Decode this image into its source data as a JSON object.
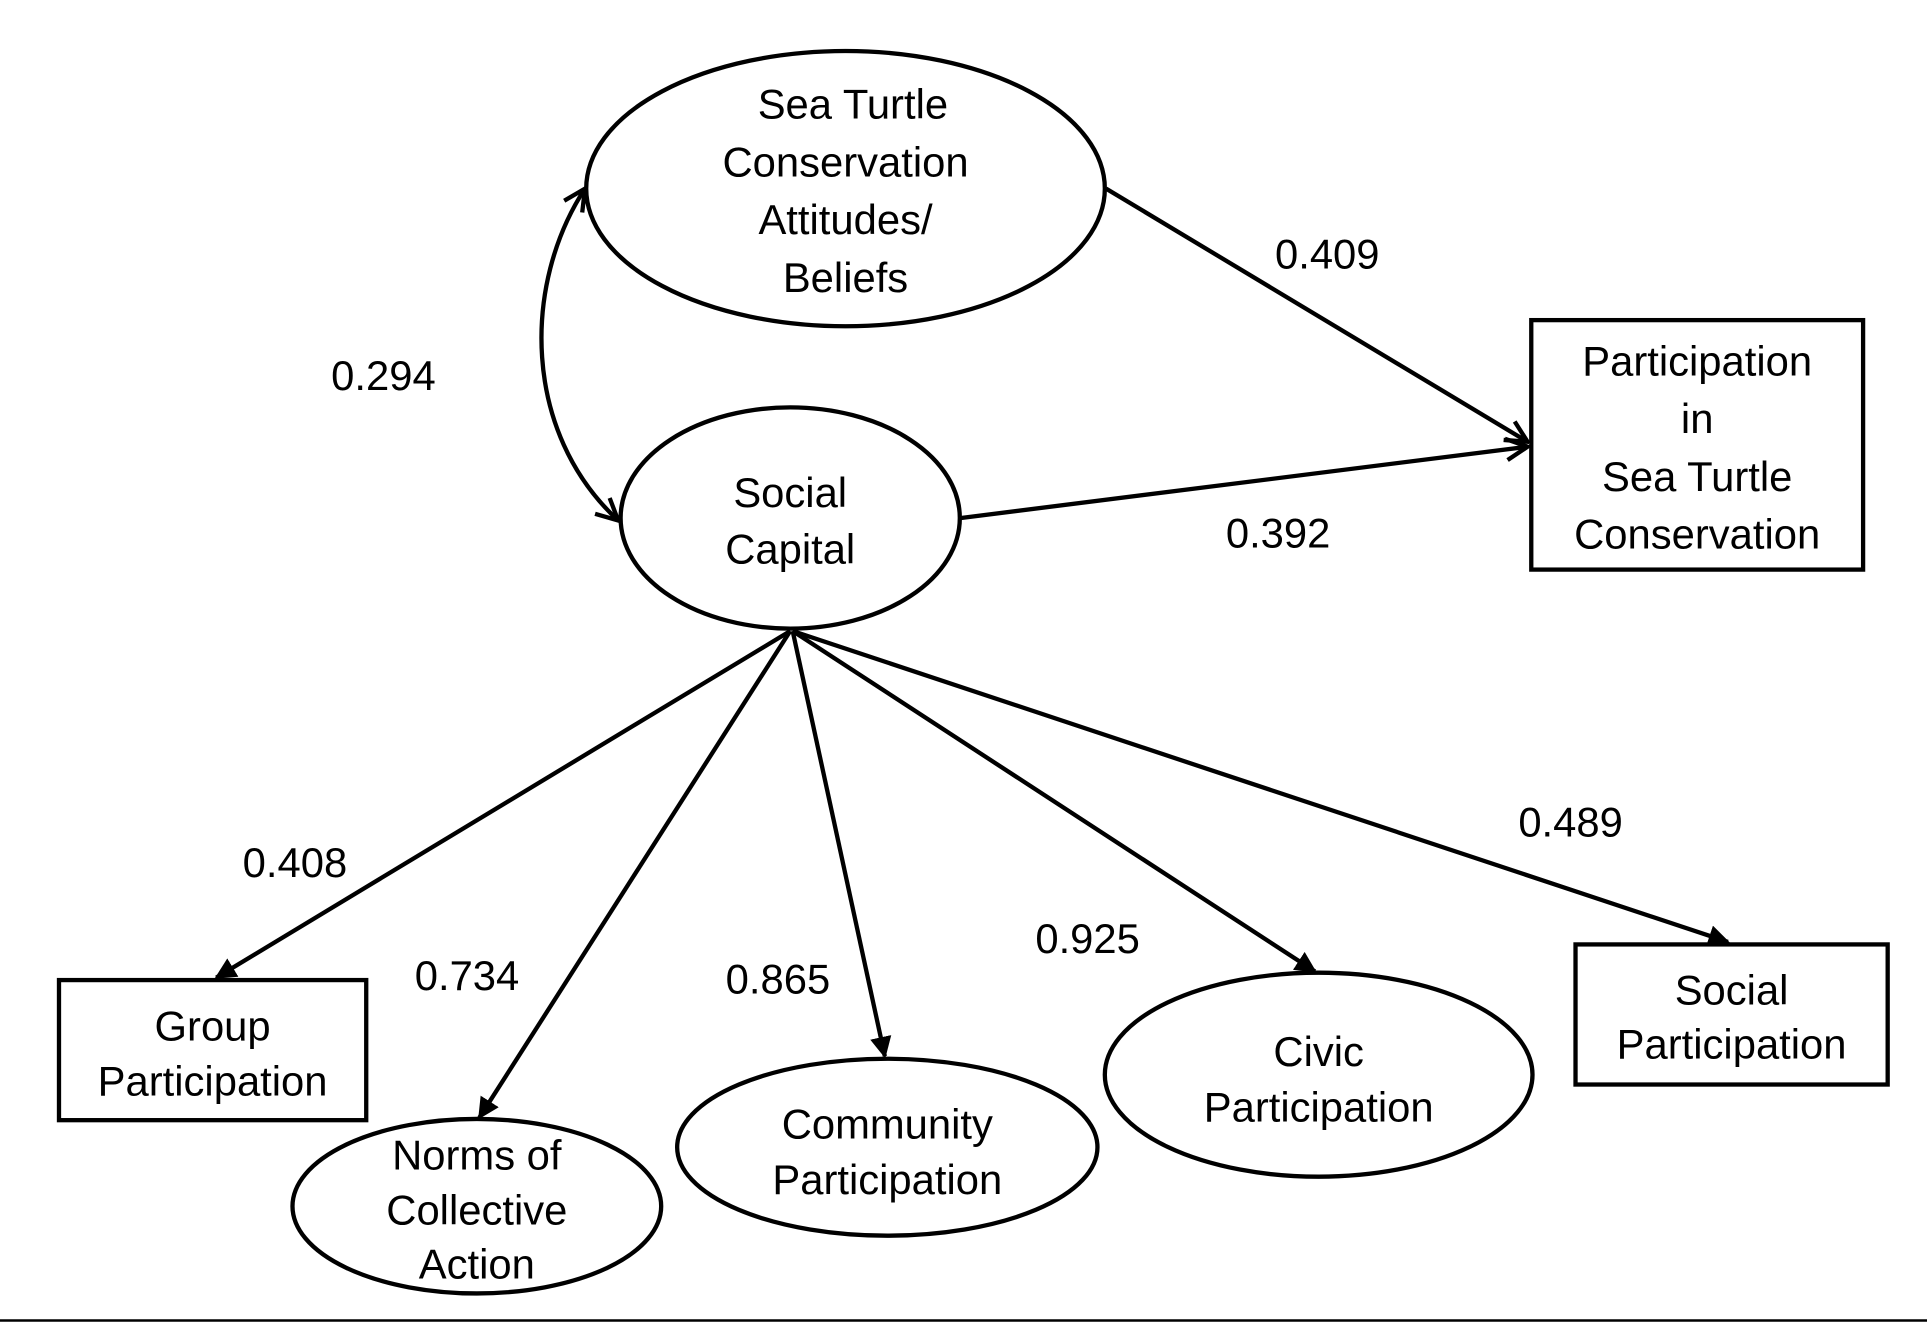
{
  "nodes": {
    "attitudes": {
      "shape": "ellipse",
      "lines": [
        "Sea Turtle",
        "Conservation",
        "Attitudes/",
        "Beliefs"
      ]
    },
    "social_capital": {
      "shape": "ellipse",
      "lines": [
        "Social",
        "Capital"
      ]
    },
    "participation": {
      "shape": "rectangle",
      "lines": [
        "Participation",
        "in",
        "Sea Turtle",
        "Conservation"
      ]
    },
    "group": {
      "shape": "rectangle",
      "lines": [
        "Group",
        "Participation"
      ]
    },
    "norms": {
      "shape": "ellipse",
      "lines": [
        "Norms of",
        "Collective",
        "Action"
      ]
    },
    "community": {
      "shape": "ellipse",
      "lines": [
        "Community",
        "Participation"
      ]
    },
    "civic": {
      "shape": "ellipse",
      "lines": [
        "Civic",
        "Participation"
      ]
    },
    "social_participation": {
      "shape": "rectangle",
      "lines": [
        "Social",
        "Participation"
      ]
    }
  },
  "edges": [
    {
      "from": "attitudes",
      "to": "participation",
      "label": "0.409"
    },
    {
      "from": "social_capital",
      "to": "participation",
      "label": "0.392"
    },
    {
      "from": "attitudes",
      "to": "social_capital",
      "label": "0.294",
      "type": "correlation"
    },
    {
      "from": "social_capital",
      "to": "group",
      "label": "0.408"
    },
    {
      "from": "social_capital",
      "to": "norms",
      "label": "0.734"
    },
    {
      "from": "social_capital",
      "to": "community",
      "label": "0.865"
    },
    {
      "from": "social_capital",
      "to": "civic",
      "label": "0.925"
    },
    {
      "from": "social_capital",
      "to": "social_participation",
      "label": "0.489"
    }
  ]
}
